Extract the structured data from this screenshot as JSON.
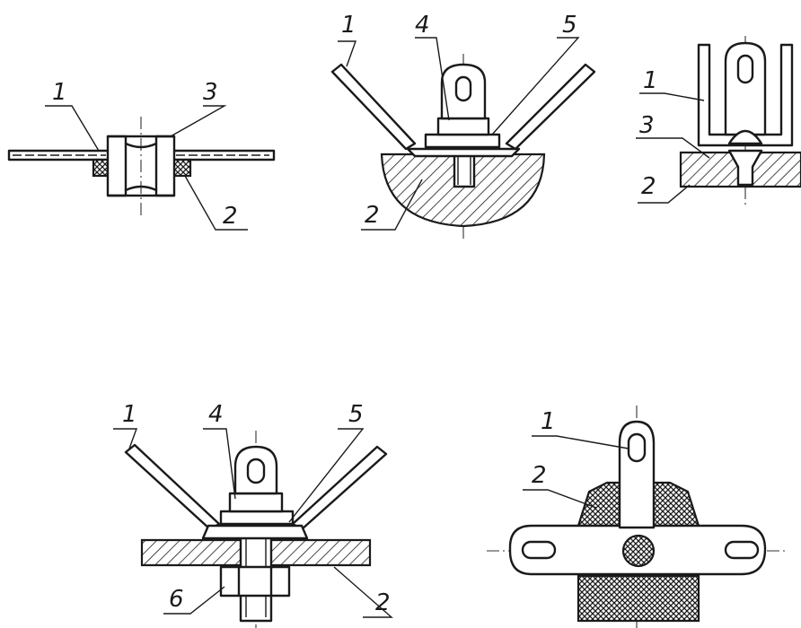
{
  "figures": [
    {
      "id": "fig-a",
      "labels": [
        "1",
        "3",
        "2"
      ]
    },
    {
      "id": "fig-b",
      "labels": [
        "1",
        "4",
        "5",
        "2"
      ]
    },
    {
      "id": "fig-c",
      "labels": [
        "1",
        "3",
        "2"
      ]
    },
    {
      "id": "fig-d",
      "labels": [
        "1",
        "4",
        "5",
        "6",
        "2"
      ]
    },
    {
      "id": "fig-e",
      "labels": [
        "1",
        "2"
      ]
    }
  ]
}
